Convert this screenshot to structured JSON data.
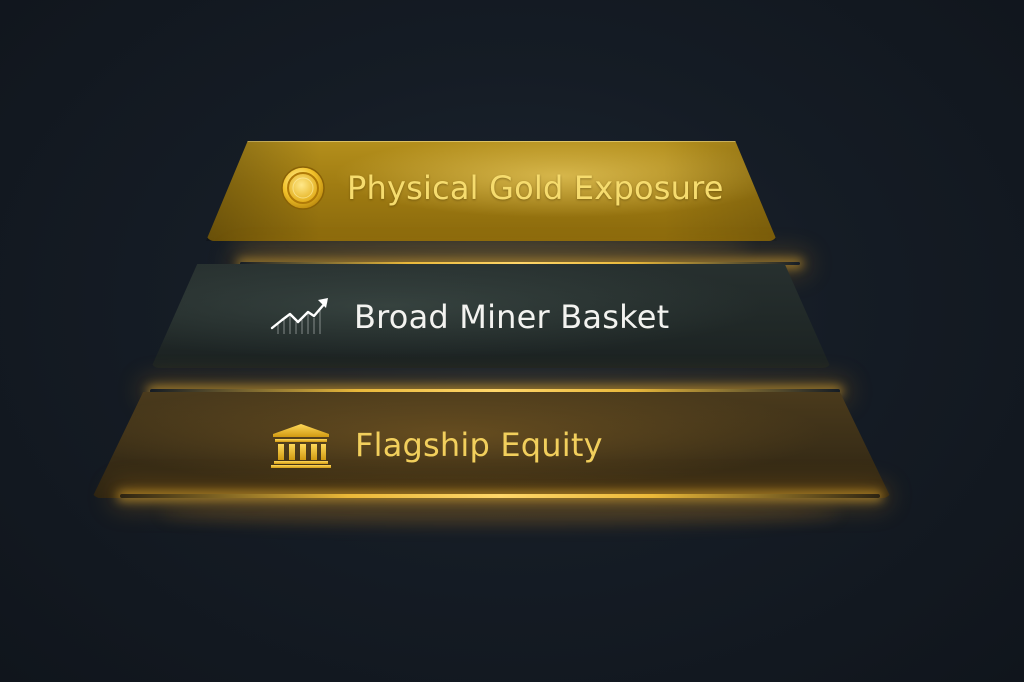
{
  "tiers": [
    {
      "label": "Physical Gold Exposure",
      "icon": "coin-icon"
    },
    {
      "label": "Broad Miner Basket",
      "icon": "trend-chart-icon"
    },
    {
      "label": "Flagship Equity",
      "icon": "bank-building-icon"
    }
  ],
  "colors": {
    "background": "#141b24",
    "gold_tier": "#a58014",
    "gold_text": "#f6dc6e",
    "dark_tier": "#222a29",
    "white_text": "#f3f3f0",
    "bronze_tier": "#3c2f18",
    "bronze_text": "#f2cf5c",
    "glow": "#ffd66a"
  }
}
